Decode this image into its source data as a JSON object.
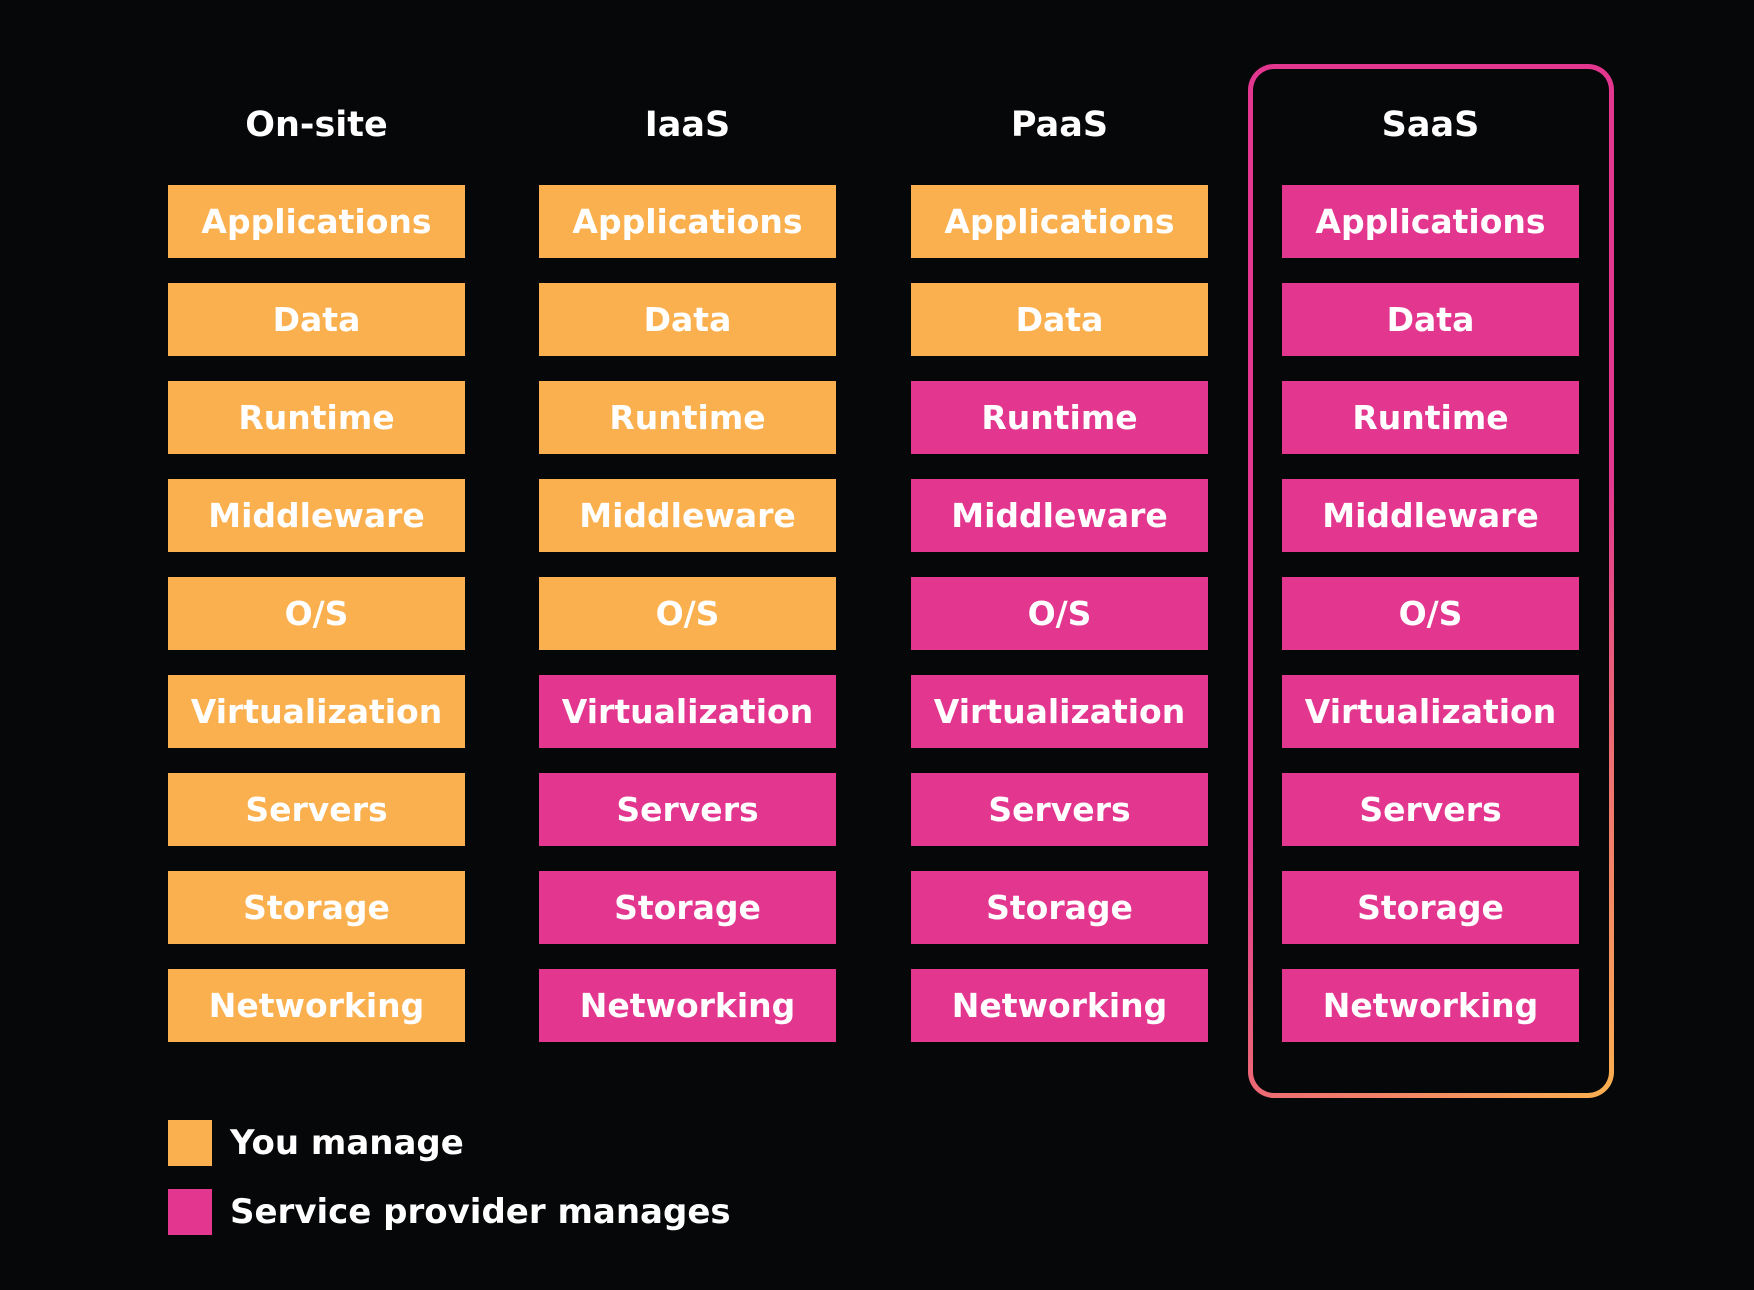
{
  "colors": {
    "background": "#050708",
    "you_manage": "#fbb04f",
    "provider_manages": "#e2368f",
    "highlight_gradient": [
      "#e2368f",
      "#fbb04f"
    ]
  },
  "columns": [
    {
      "title": "On-site",
      "highlighted": false,
      "cells": [
        {
          "label": "Applications",
          "manager": "you"
        },
        {
          "label": "Data",
          "manager": "you"
        },
        {
          "label": "Runtime",
          "manager": "you"
        },
        {
          "label": "Middleware",
          "manager": "you"
        },
        {
          "label": "O/S",
          "manager": "you"
        },
        {
          "label": "Virtualization",
          "manager": "you"
        },
        {
          "label": "Servers",
          "manager": "you"
        },
        {
          "label": "Storage",
          "manager": "you"
        },
        {
          "label": "Networking",
          "manager": "you"
        }
      ]
    },
    {
      "title": "IaaS",
      "highlighted": false,
      "cells": [
        {
          "label": "Applications",
          "manager": "you"
        },
        {
          "label": "Data",
          "manager": "you"
        },
        {
          "label": "Runtime",
          "manager": "you"
        },
        {
          "label": "Middleware",
          "manager": "you"
        },
        {
          "label": "O/S",
          "manager": "you"
        },
        {
          "label": "Virtualization",
          "manager": "provider"
        },
        {
          "label": "Servers",
          "manager": "provider"
        },
        {
          "label": "Storage",
          "manager": "provider"
        },
        {
          "label": "Networking",
          "manager": "provider"
        }
      ]
    },
    {
      "title": "PaaS",
      "highlighted": false,
      "cells": [
        {
          "label": "Applications",
          "manager": "you"
        },
        {
          "label": "Data",
          "manager": "you"
        },
        {
          "label": "Runtime",
          "manager": "provider"
        },
        {
          "label": "Middleware",
          "manager": "provider"
        },
        {
          "label": "O/S",
          "manager": "provider"
        },
        {
          "label": "Virtualization",
          "manager": "provider"
        },
        {
          "label": "Servers",
          "manager": "provider"
        },
        {
          "label": "Storage",
          "manager": "provider"
        },
        {
          "label": "Networking",
          "manager": "provider"
        }
      ]
    },
    {
      "title": "SaaS",
      "highlighted": true,
      "cells": [
        {
          "label": "Applications",
          "manager": "provider"
        },
        {
          "label": "Data",
          "manager": "provider"
        },
        {
          "label": "Runtime",
          "manager": "provider"
        },
        {
          "label": "Middleware",
          "manager": "provider"
        },
        {
          "label": "O/S",
          "manager": "provider"
        },
        {
          "label": "Virtualization",
          "manager": "provider"
        },
        {
          "label": "Servers",
          "manager": "provider"
        },
        {
          "label": "Storage",
          "manager": "provider"
        },
        {
          "label": "Networking",
          "manager": "provider"
        }
      ]
    }
  ],
  "legend": {
    "you_manage": "You manage",
    "provider_manages": "Service provider manages"
  }
}
